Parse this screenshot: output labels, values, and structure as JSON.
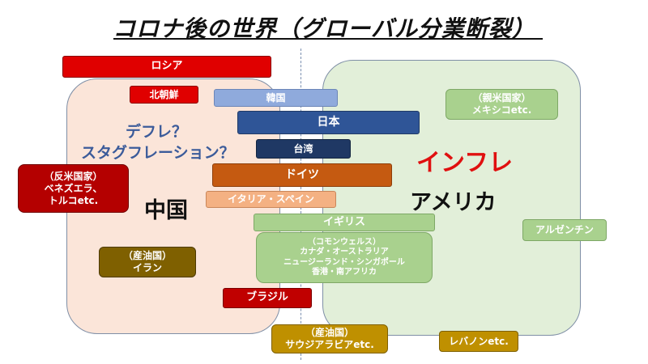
{
  "title": "コロナ後の世界（グローバル分業断裂）",
  "blocs": {
    "china": {
      "label": "中国",
      "fill": "#fbe5d9",
      "note_line1": "デフレ？",
      "note_line2": "スタグフレーション？",
      "note_color": "#3b5b9a"
    },
    "usa": {
      "label": "アメリカ",
      "fill": "#e2efd9",
      "note": "インフレ",
      "note_color": "#e01010"
    }
  },
  "countries": {
    "russia": "ロシア",
    "north_korea": "北朝鮮",
    "korea": "韓国",
    "japan": "日本",
    "taiwan": "台湾",
    "germany": "ドイツ",
    "italy_spain": "イタリア・スペイン",
    "uk": "イギリス",
    "commonwealth": {
      "line1": "（コモンウェルス）",
      "line2": "カナダ・オーストラリア",
      "line3": "ニュージーランド・シンガポール",
      "line4": "香港・南アフリカ"
    },
    "brazil": "ブラジル",
    "anti_us": {
      "line1": "（反米国家）",
      "line2": "ベネズエラ、",
      "line3": "トルコetc."
    },
    "iran": {
      "line1": "（産油国）",
      "line2": "イラン"
    },
    "pro_us": {
      "line1": "（親米国家）",
      "line2": "メキシコetc."
    },
    "argentina": "アルゼンチン",
    "saudi": {
      "line1": "（産油国）",
      "line2": "サウジアラビアetc."
    },
    "lebanon": "レバノンetc."
  },
  "colors": {
    "red": "#e00000",
    "dark_red": "#b40000",
    "light_blue": "#8faadc",
    "blue": "#2f5597",
    "navy": "#1f3864",
    "orange": "#c55a11",
    "peach": "#f4b183",
    "light_green": "#a9d18e",
    "olive_brown": "#7f6000",
    "gold": "#bf9000",
    "green": "#548235"
  }
}
